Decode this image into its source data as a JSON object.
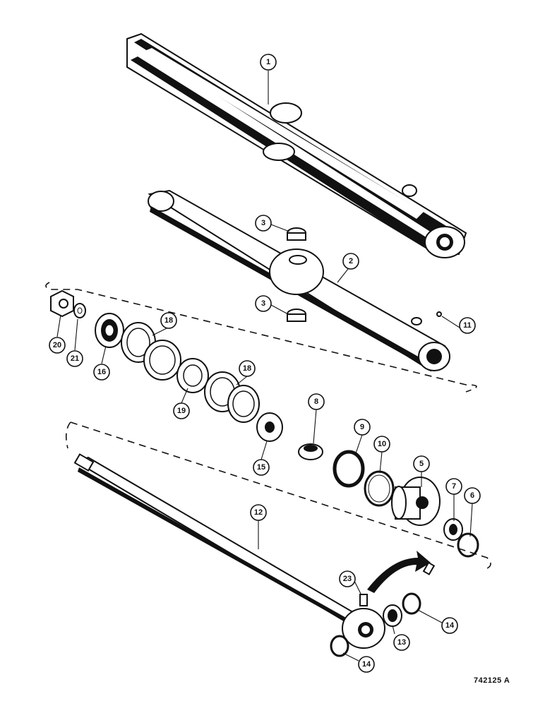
{
  "drawing_number": "742125 A",
  "callouts": {
    "c1": "1",
    "c2": "2",
    "c3a": "3",
    "c3b": "3",
    "c5": "5",
    "c6": "6",
    "c7": "7",
    "c8": "8",
    "c9": "9",
    "c10": "10",
    "c11": "11",
    "c12": "12",
    "c13": "13",
    "c14a": "14",
    "c14b": "14",
    "c15": "15",
    "c16": "16",
    "c18a": "18",
    "c18b": "18",
    "c19": "19",
    "c20": "20",
    "c21": "21",
    "c23": "23"
  }
}
